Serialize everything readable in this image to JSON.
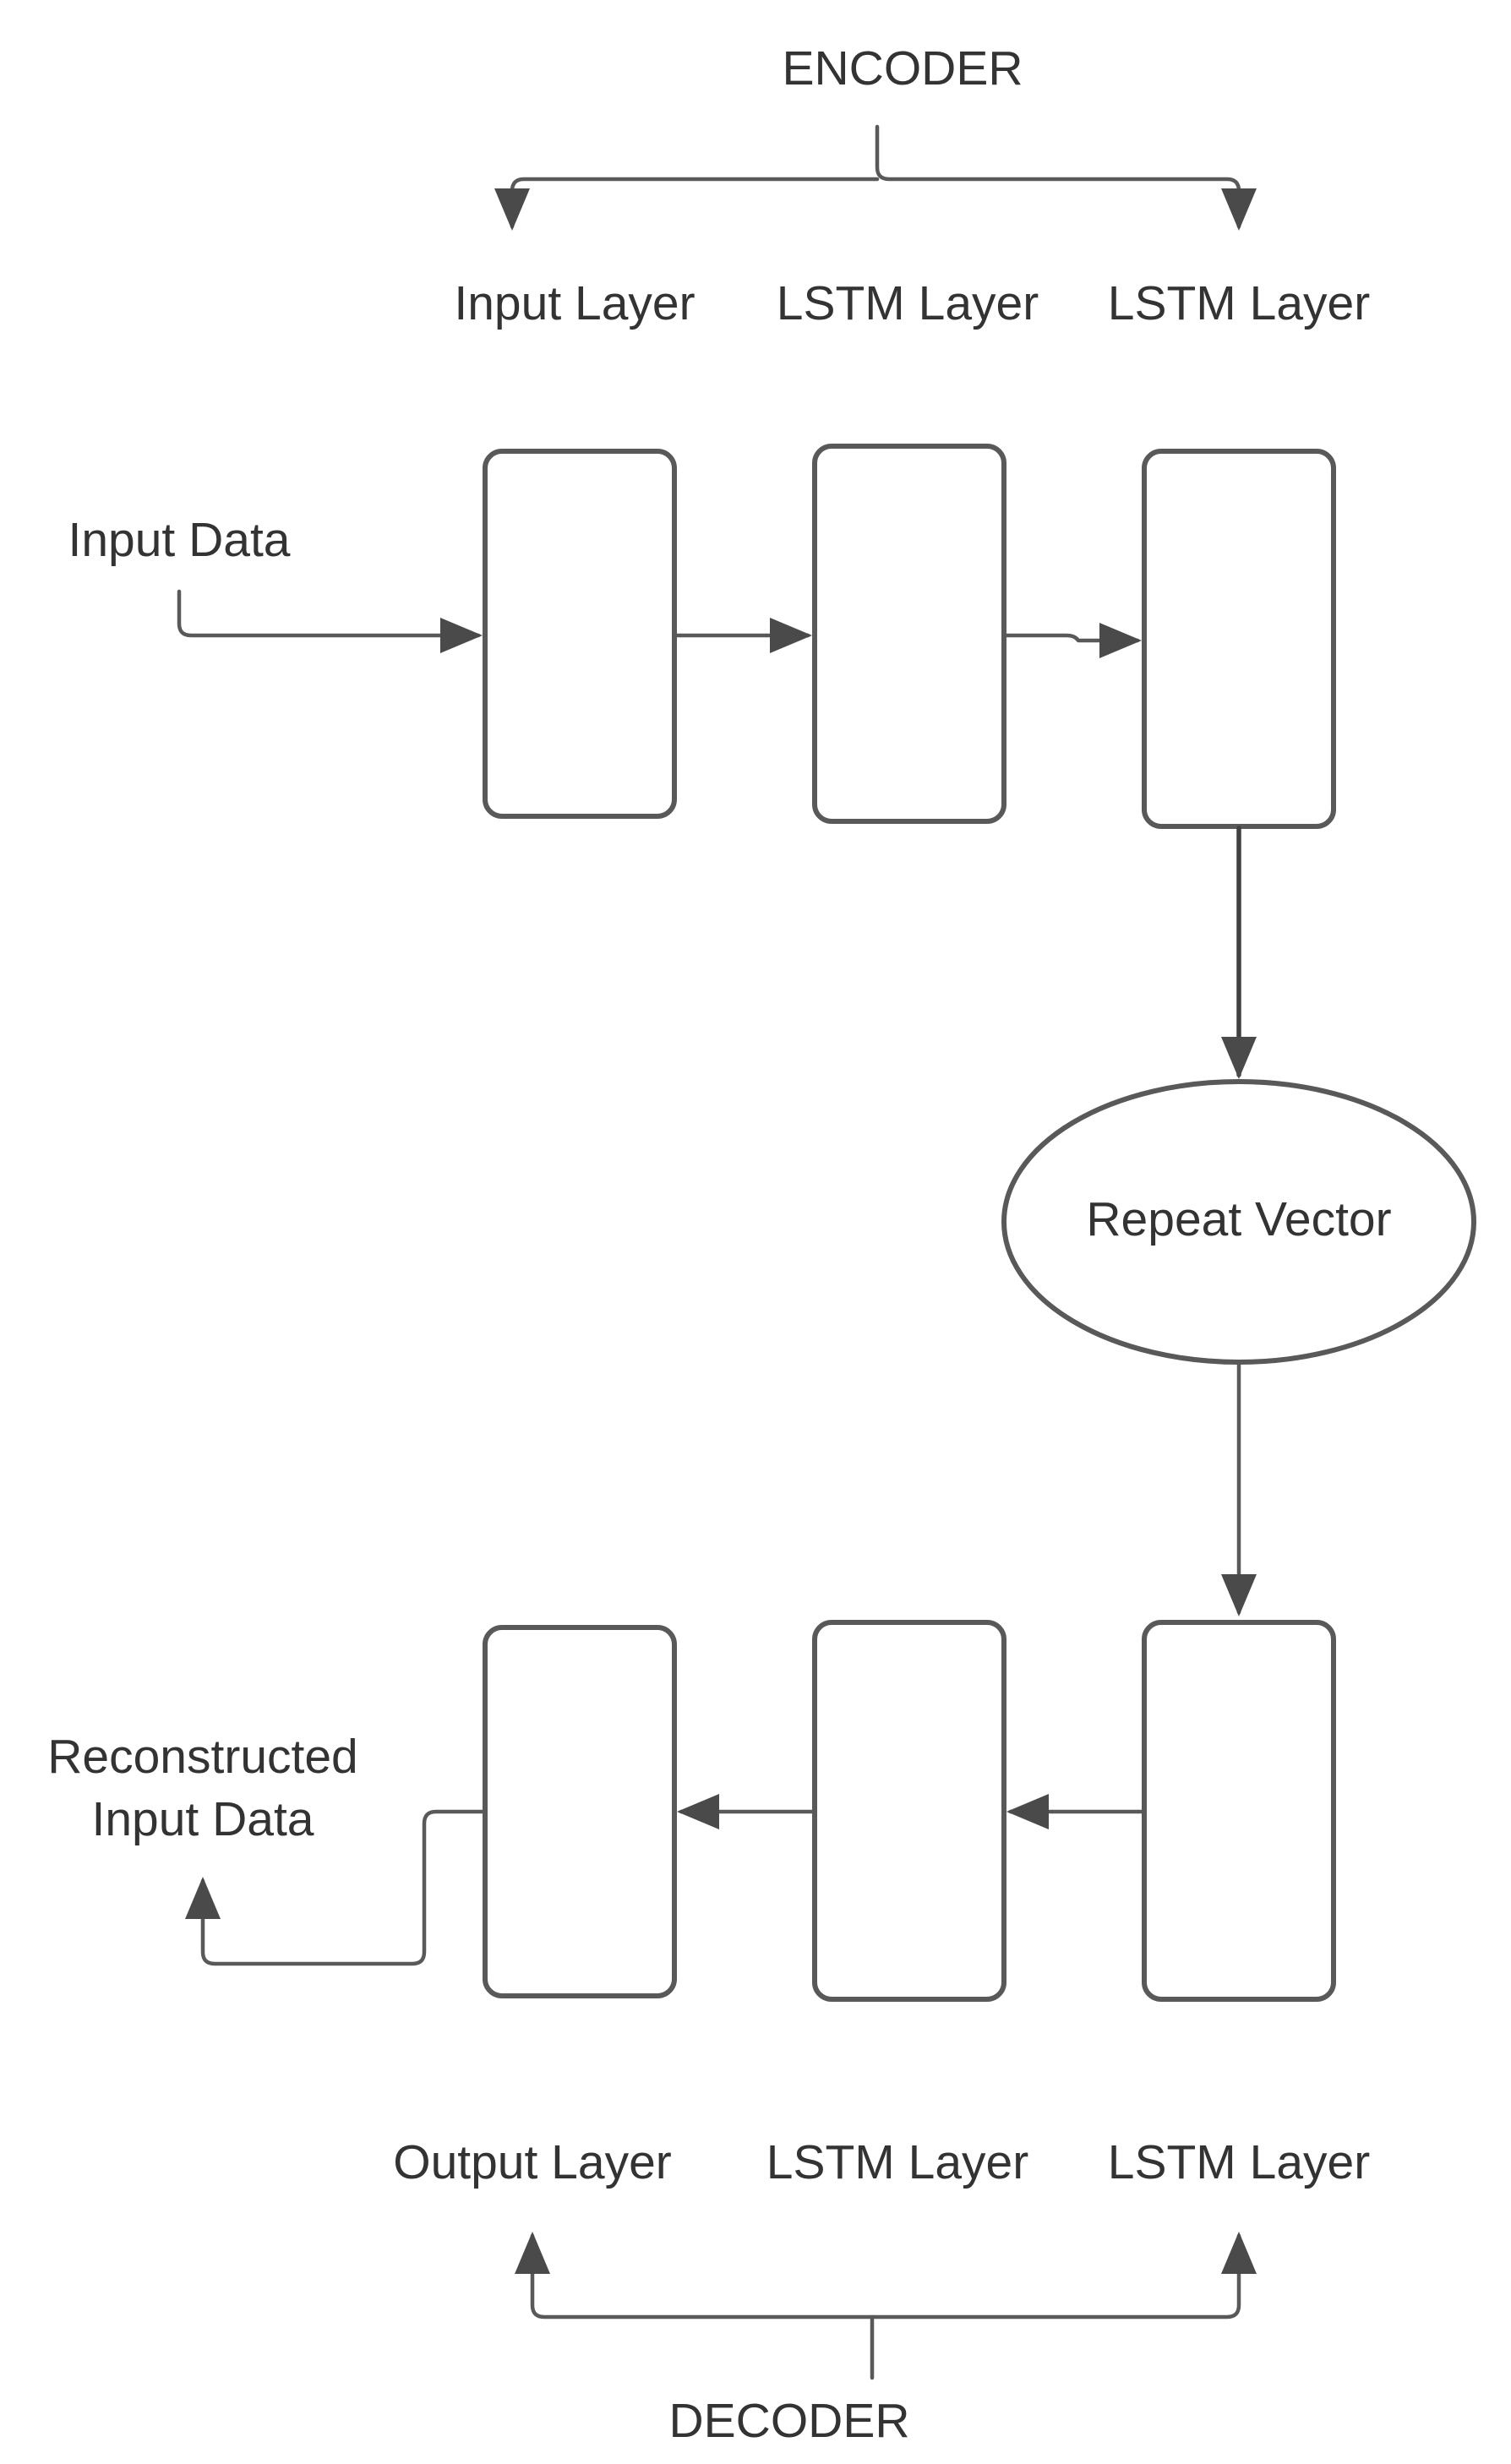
{
  "encoder": {
    "title": "ENCODER",
    "layers": [
      "Input Layer",
      "LSTM Layer",
      "LSTM Layer"
    ]
  },
  "input_label": "Input Data",
  "repeat_vector": "Repeat Vector",
  "decoder": {
    "title": "DECODER",
    "layers": [
      "Output Layer",
      "LSTM Layer",
      "LSTM Layer"
    ]
  },
  "output_label": [
    "Reconstructed",
    "Input Data"
  ],
  "colors": {
    "stroke": "#595959",
    "text": "#333333",
    "background": "#ffffff"
  }
}
